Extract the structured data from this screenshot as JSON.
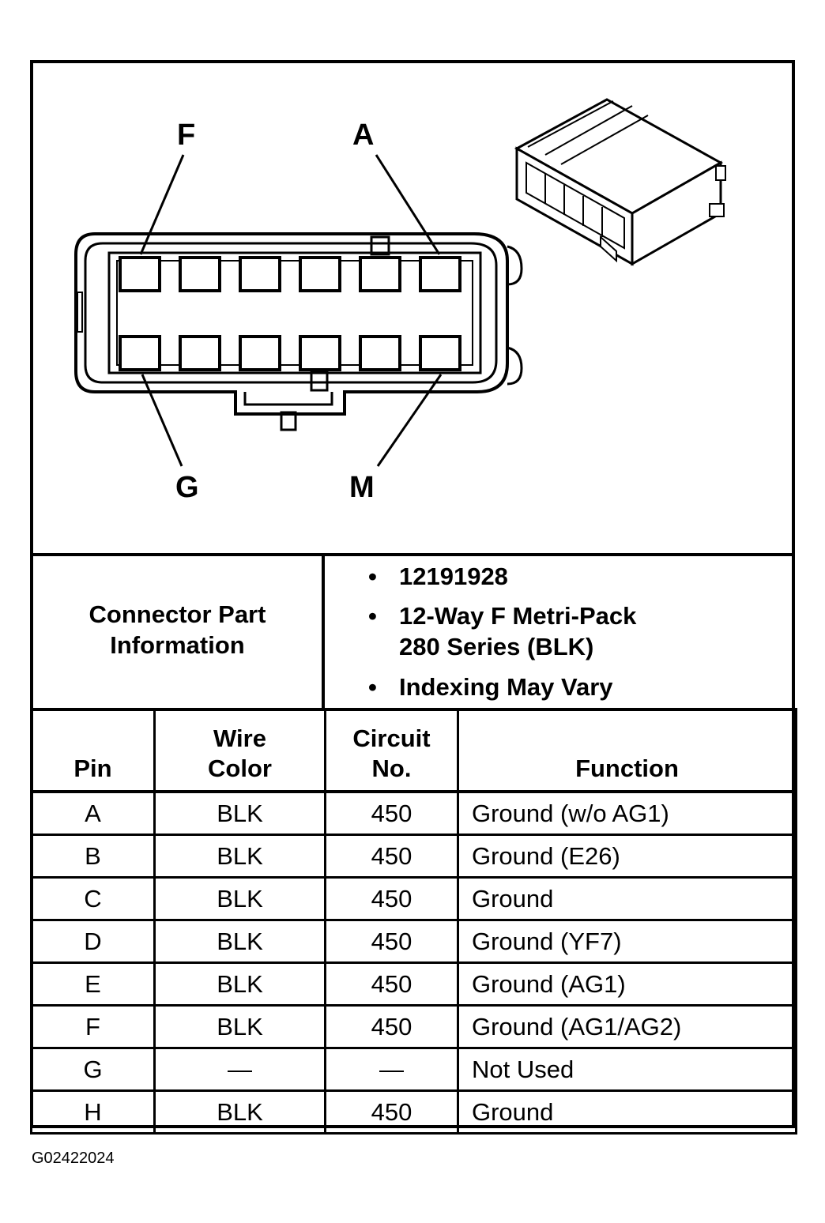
{
  "diagram": {
    "pin_labels": {
      "top_left": "F",
      "top_right": "A",
      "bottom_left": "G",
      "bottom_right": "M"
    }
  },
  "connector_info": {
    "label_line1": "Connector Part",
    "label_line2": "Information",
    "bullet_symbol": "•",
    "part_number": "12191928",
    "description_line1": "12-Way F Metri-Pack",
    "description_line2": "280 Series (BLK)",
    "note": "Indexing May Vary"
  },
  "table": {
    "headers": {
      "pin": "Pin",
      "wire_color_line1": "Wire",
      "wire_color_line2": "Color",
      "circuit_line1": "Circuit",
      "circuit_line2": "No.",
      "function": "Function"
    },
    "rows": [
      {
        "pin": "A",
        "wire_color": "BLK",
        "circuit": "450",
        "function": "Ground (w/o AG1)"
      },
      {
        "pin": "B",
        "wire_color": "BLK",
        "circuit": "450",
        "function": "Ground (E26)"
      },
      {
        "pin": "C",
        "wire_color": "BLK",
        "circuit": "450",
        "function": "Ground"
      },
      {
        "pin": "D",
        "wire_color": "BLK",
        "circuit": "450",
        "function": "Ground (YF7)"
      },
      {
        "pin": "E",
        "wire_color": "BLK",
        "circuit": "450",
        "function": "Ground (AG1)"
      },
      {
        "pin": "F",
        "wire_color": "BLK",
        "circuit": "450",
        "function": "Ground (AG1/AG2)"
      },
      {
        "pin": "G",
        "wire_color": "—",
        "circuit": "—",
        "function": "Not Used"
      },
      {
        "pin": "H",
        "wire_color": "BLK",
        "circuit": "450",
        "function": "Ground"
      }
    ]
  },
  "figure_id": "G02422024"
}
